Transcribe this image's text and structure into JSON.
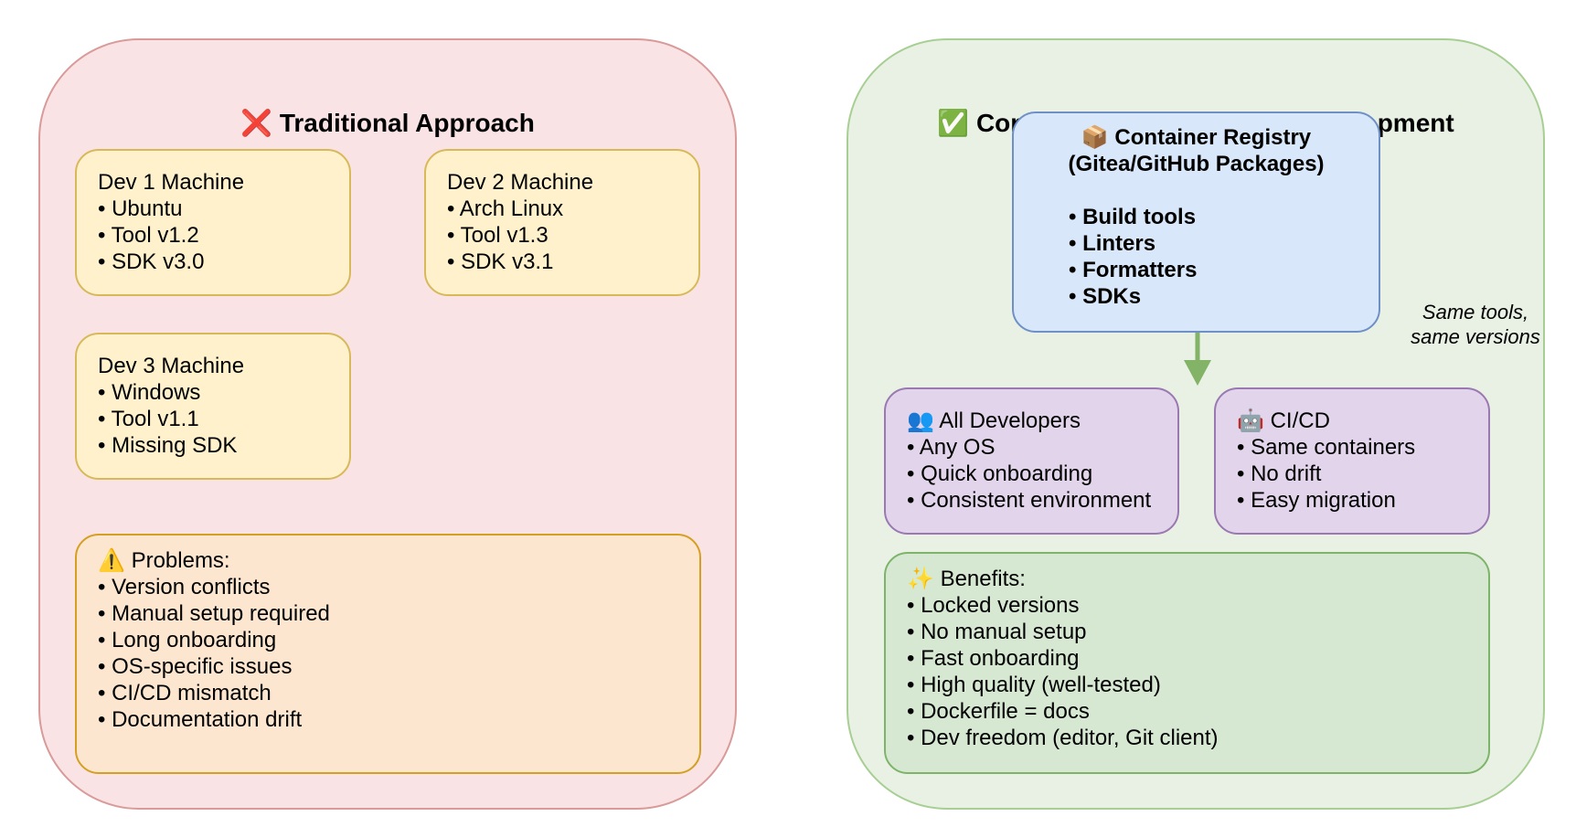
{
  "traditional": {
    "icon": "cross-mark-icon",
    "icon_glyph": "❌",
    "title": "Traditional Approach",
    "dev1": {
      "title": "Dev 1 Machine",
      "items": [
        "• Ubuntu",
        "• Tool v1.2",
        "• SDK v3.0"
      ]
    },
    "dev2": {
      "title": "Dev 2 Machine",
      "items": [
        "• Arch Linux",
        "• Tool v1.3",
        "• SDK v3.1"
      ]
    },
    "dev3": {
      "title": "Dev 3 Machine",
      "items": [
        "• Windows",
        "• Tool v1.1",
        "• Missing SDK"
      ]
    },
    "problems": {
      "icon": "warning-icon",
      "icon_glyph": "⚠️",
      "title": "Problems:",
      "items": [
        "• Version conflicts",
        "• Manual setup required",
        "• Long onboarding",
        "• OS-specific issues",
        "• CI/CD mismatch",
        "• Documentation drift"
      ]
    }
  },
  "container": {
    "icon": "check-mark-icon",
    "icon_glyph": "✅",
    "title": "Container Driven Product Development",
    "registry": {
      "icon": "package-icon",
      "icon_glyph": "📦",
      "title": "Container Registry",
      "subtitle": "(Gitea/GitHub Packages)",
      "items": [
        "• Build tools",
        "• Linters",
        "• Formatters",
        "• SDKs"
      ]
    },
    "side_note": {
      "line1": "Same tools,",
      "line2": "same versions"
    },
    "developers": {
      "icon": "people-icon",
      "icon_glyph": "👥",
      "title": "All Developers",
      "items": [
        "• Any OS",
        "• Quick onboarding",
        "• Consistent environment"
      ]
    },
    "cicd": {
      "icon": "robot-icon",
      "icon_glyph": "🤖",
      "title": "CI/CD",
      "items": [
        "• Same containers",
        "• No drift",
        "• Easy migration"
      ]
    },
    "benefits": {
      "icon": "sparkles-icon",
      "icon_glyph": "✨",
      "title": "Benefits:",
      "items": [
        "• Locked versions",
        "• No manual setup",
        "• Fast onboarding",
        "• High quality (well-tested)",
        "• Dockerfile = docs",
        "• Dev freedom (editor, Git client)"
      ]
    }
  },
  "colors": {
    "left_panel": "#f9e3e4",
    "right_panel": "#e8f1e3",
    "arrow": "#82b366"
  }
}
